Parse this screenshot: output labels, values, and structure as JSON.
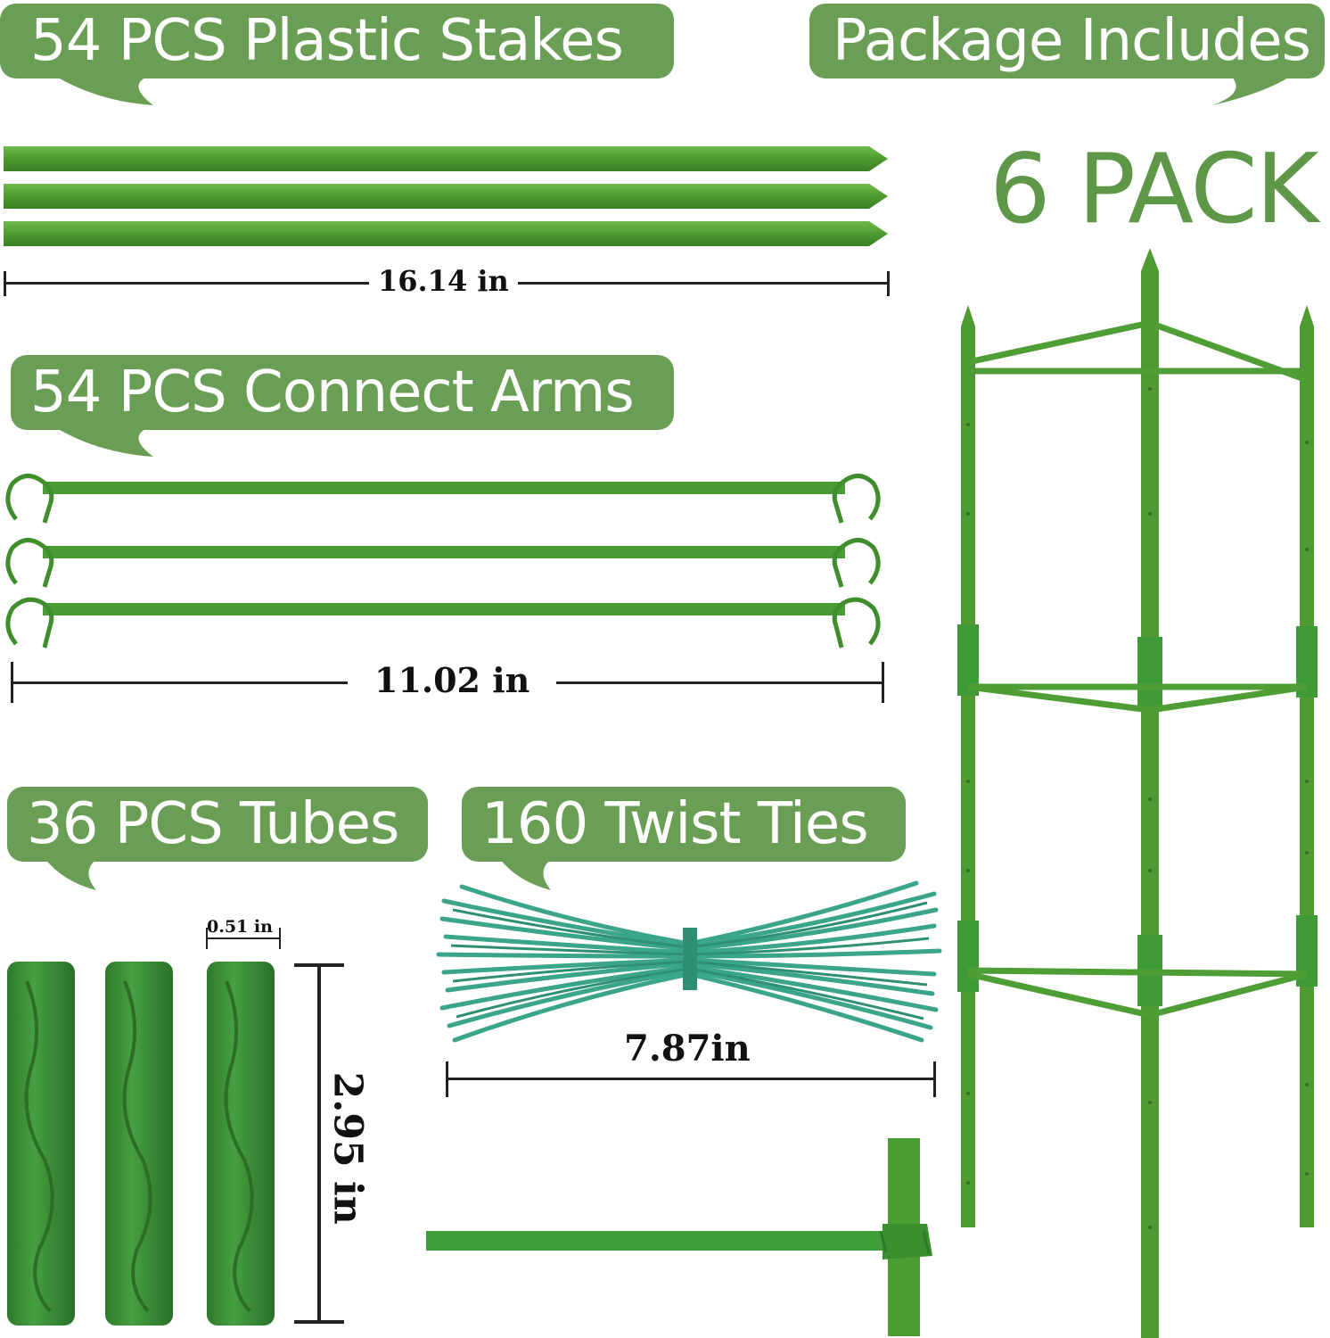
{
  "labels": {
    "stakes": "54 PCS Plastic Stakes",
    "arms": "54 PCS Connect Arms",
    "tubes": "36 PCS Tubes",
    "ties": "160 Twist Ties",
    "package": "Package Includes",
    "pack_count": "6 PACK"
  },
  "dimensions": {
    "stake_length": "16.14 in",
    "arm_length": "11.02 in",
    "tube_diameter": "0.51 in",
    "tube_length": "2.95 in",
    "tie_length": "7.87in"
  },
  "colors": {
    "bubble_green": "#6a9e55",
    "stake_green": "#4e9a2f",
    "tie_teal": "#3aa58a",
    "tube_green": "#3d8f3a"
  }
}
